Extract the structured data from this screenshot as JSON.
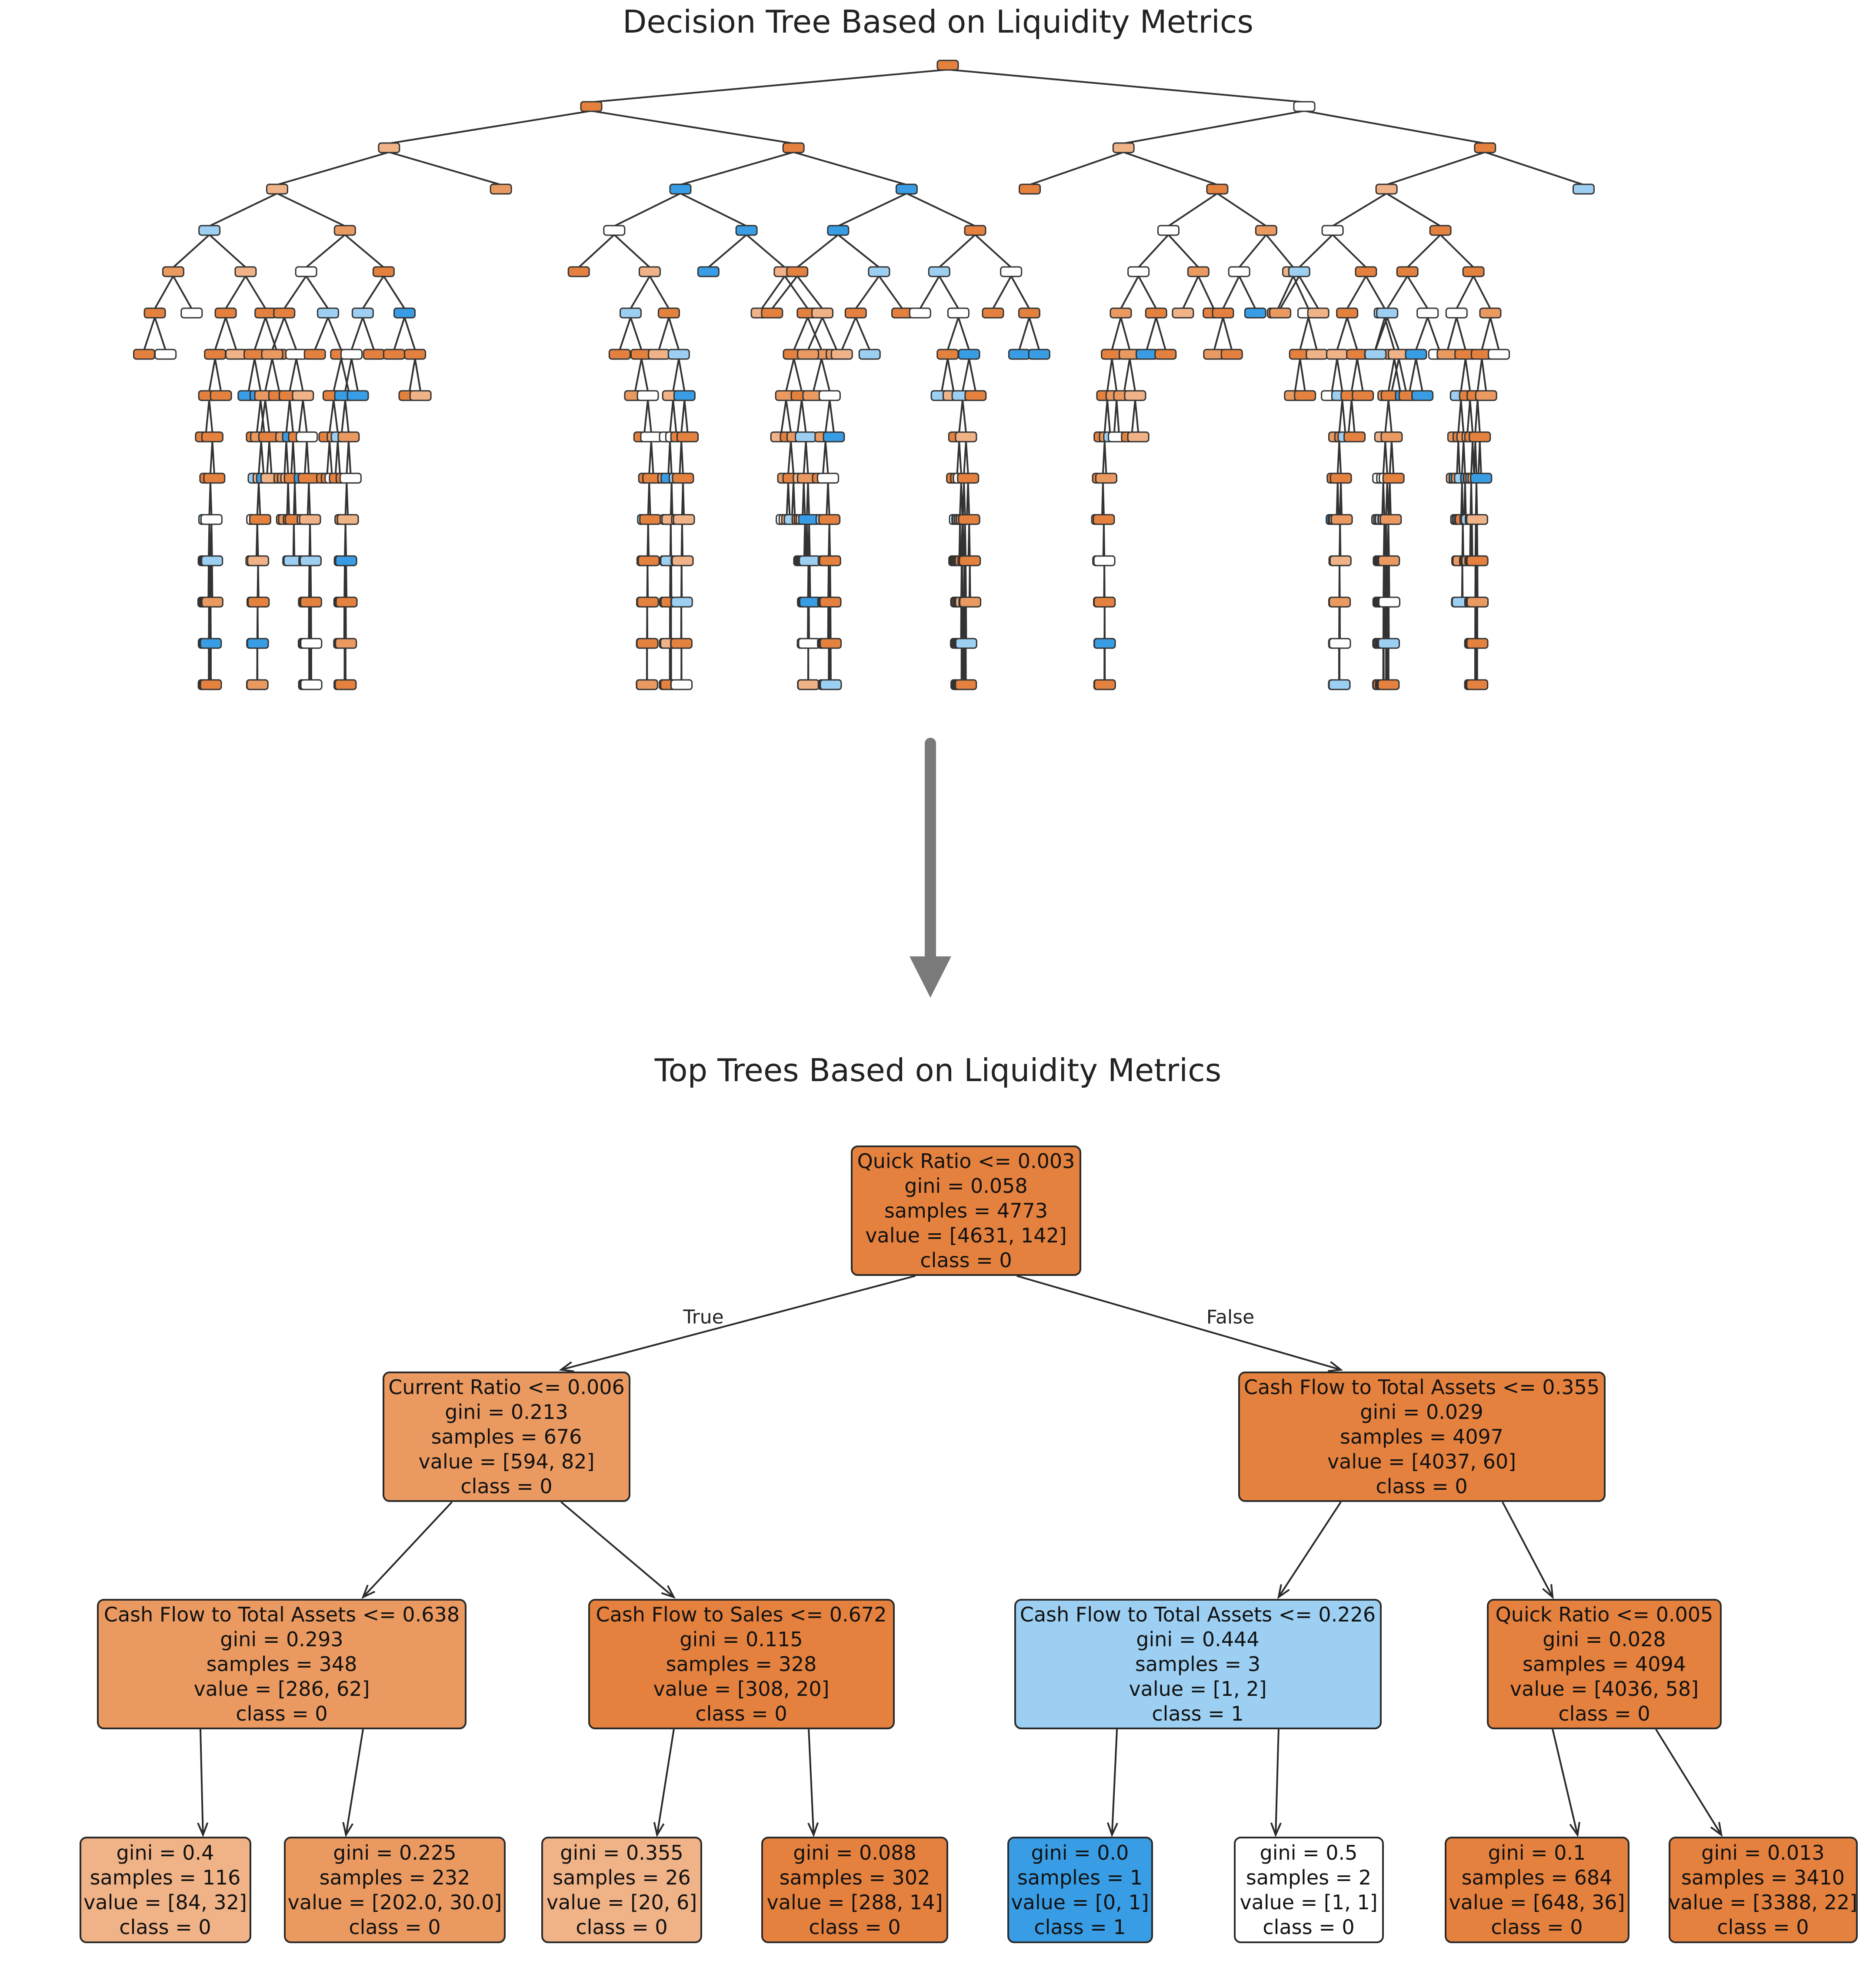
{
  "titles": {
    "overview": "Decision Tree Based on Liquidity Metrics",
    "top": "Top Trees Based on Liquidity Metrics"
  },
  "colors": {
    "orange_dark": "#e5813e",
    "orange_mid": "#ea9a61",
    "orange_light": "#f0b287",
    "light_blue": "#9ccff2",
    "blue": "#399de5",
    "white": "#ffffff",
    "arrow_gray": "#7a7a7a",
    "edge": "#2a2a2a"
  },
  "edge_labels": {
    "true": "True",
    "false": "False"
  },
  "top_tree": {
    "root": {
      "lines": [
        "Quick Ratio <= 0.003",
        "gini = 0.058",
        "samples = 4773",
        "value = [4631, 142]",
        "class = 0"
      ]
    },
    "level1": [
      {
        "lines": [
          "Current Ratio <= 0.006",
          "gini = 0.213",
          "samples = 676",
          "value = [594, 82]",
          "class = 0"
        ]
      },
      {
        "lines": [
          "Cash Flow to Total Assets <= 0.355",
          "gini = 0.029",
          "samples = 4097",
          "value = [4037, 60]",
          "class = 0"
        ]
      }
    ],
    "level2": [
      {
        "lines": [
          "Cash Flow to Total Assets <= 0.638",
          "gini = 0.293",
          "samples = 348",
          "value = [286, 62]",
          "class = 0"
        ]
      },
      {
        "lines": [
          "Cash Flow to Sales <= 0.672",
          "gini = 0.115",
          "samples = 328",
          "value = [308, 20]",
          "class = 0"
        ]
      },
      {
        "lines": [
          "Cash Flow to Total Assets <= 0.226",
          "gini = 0.444",
          "samples = 3",
          "value = [1, 2]",
          "class = 1"
        ]
      },
      {
        "lines": [
          "Quick Ratio <= 0.005",
          "gini = 0.028",
          "samples = 4094",
          "value = [4036, 58]",
          "class = 0"
        ]
      }
    ],
    "level3": [
      {
        "lines": [
          "gini = 0.4",
          "samples = 116",
          "value = [84, 32]",
          "class = 0"
        ]
      },
      {
        "lines": [
          "gini = 0.225",
          "samples = 232",
          "value = [202.0, 30.0]",
          "class = 0"
        ]
      },
      {
        "lines": [
          "gini = 0.355",
          "samples = 26",
          "value = [20, 6]",
          "class = 0"
        ]
      },
      {
        "lines": [
          "gini = 0.088",
          "samples = 302",
          "value = [288, 14]",
          "class = 0"
        ]
      },
      {
        "lines": [
          "gini = 0.0",
          "samples = 1",
          "value = [0, 1]",
          "class = 1"
        ]
      },
      {
        "lines": [
          "gini = 0.5",
          "samples = 2",
          "value = [1, 1]",
          "class = 0"
        ]
      },
      {
        "lines": [
          "gini = 0.1",
          "samples = 684",
          "value = [648, 36]",
          "class = 0"
        ]
      },
      {
        "lines": [
          "gini = 0.013",
          "samples = 3410",
          "value = [3388, 22]",
          "class = 0"
        ]
      }
    ]
  }
}
